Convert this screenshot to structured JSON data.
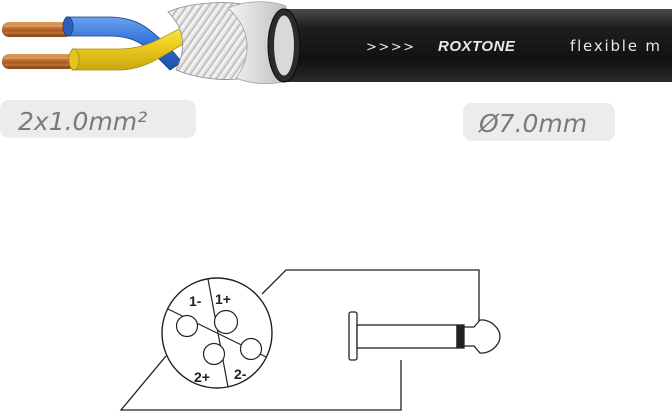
{
  "cable": {
    "arrows": ">>>>",
    "brand": "ROXTONE",
    "jacket_text": "flexible m",
    "jacket_color": "#1b1b1b",
    "conductor_colors": {
      "blue": "#2f6fd6",
      "yellow": "#f0d020",
      "copper": "#c87a3c"
    }
  },
  "specs": {
    "conductors": "2x1.0mm²",
    "diameter": "Ø7.0mm"
  },
  "connector": {
    "pins": {
      "p1_minus": "1-",
      "p1_plus": "1+",
      "p2_plus": "2+",
      "p2_minus": "2-"
    }
  }
}
